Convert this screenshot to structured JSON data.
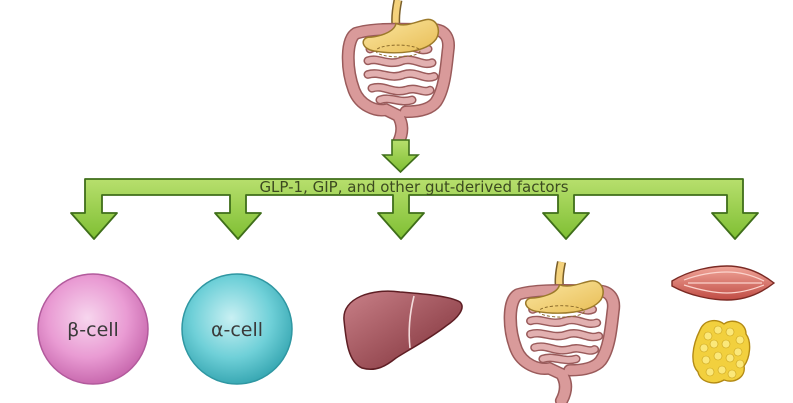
{
  "banner": {
    "label": "GLP-1, GIP, and other gut-derived factors",
    "color": "#8dc63f",
    "outline": "#3f6e1a"
  },
  "source_organ": {
    "icon": "gut-icon"
  },
  "targets": [
    {
      "id": "beta-cell",
      "label": "β-cell",
      "icon": "beta-cell-icon",
      "color": "#e48ccd"
    },
    {
      "id": "alpha-cell",
      "label": "α-cell",
      "icon": "alpha-cell-icon",
      "color": "#5fc8d1"
    },
    {
      "id": "liver",
      "label": "",
      "icon": "liver-icon",
      "color": "#9b4a4e"
    },
    {
      "id": "gut",
      "label": "",
      "icon": "gut-icon",
      "color": "#c98a8a"
    },
    {
      "id": "muscle-fat",
      "label": "",
      "icon": "muscle-and-fat-icon",
      "color": "#d46a5f"
    }
  ]
}
